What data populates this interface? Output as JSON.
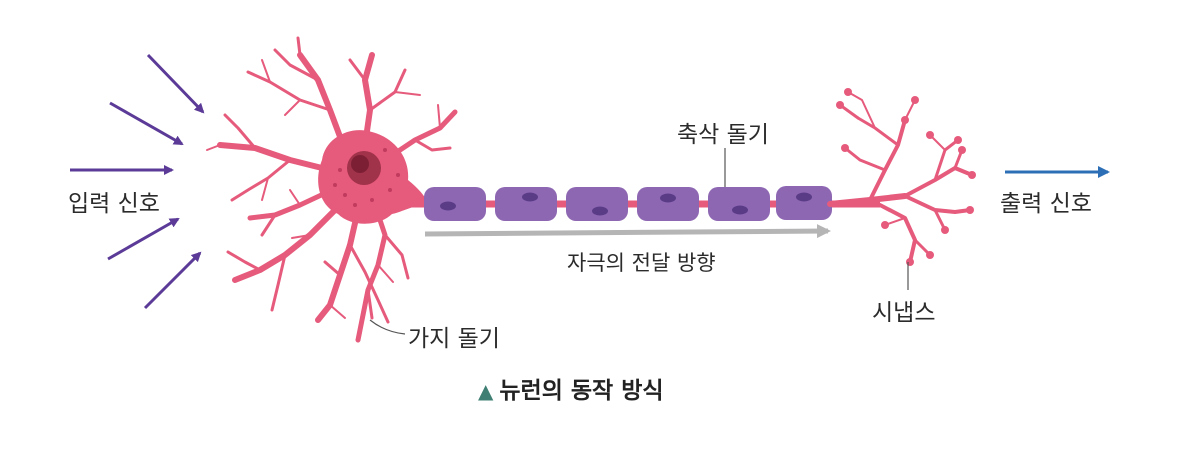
{
  "labels": {
    "input_signal": "입력 신호",
    "output_signal": "출력 신호",
    "axon_terminal_label": "축삭 돌기",
    "dendrite": "가지 돌기",
    "synapse": "시냅스",
    "direction": "자극의 전달 방향"
  },
  "caption": {
    "marker": "▲",
    "text": "뉴런의 동작 방식"
  },
  "colors": {
    "neuron": "#e65a7c",
    "neuron_dark": "#d04268",
    "nucleus": "#a0324a",
    "myelin": "#8e67b3",
    "myelin_spot": "#5a3c86",
    "input_arrow": "#5b3b97",
    "output_arrow": "#2d6fb6",
    "direction_arrow": "#b5b5b5",
    "caption_marker": "#3f7f73"
  }
}
